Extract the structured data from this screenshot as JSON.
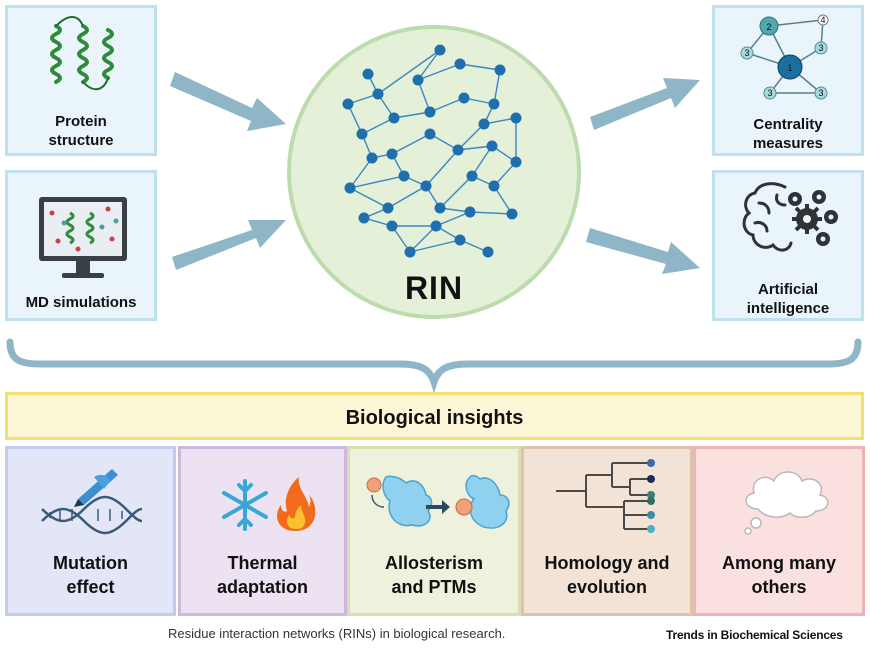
{
  "inputs": {
    "protein": "Protein\nstructure",
    "md": "MD simulations"
  },
  "center": {
    "label": "RIN"
  },
  "outputs": {
    "centrality": "Centrality\nmeasures",
    "ai": "Artificial\nintelligence",
    "node_numbers": [
      "2",
      "4",
      "3",
      "1",
      "3",
      "3",
      "3"
    ]
  },
  "insights": {
    "title": "Biological insights",
    "items": [
      {
        "label": "Mutation\neffect",
        "bg": "#e3e6f7",
        "border": "#c3cbed"
      },
      {
        "label": "Thermal\nadaptation",
        "bg": "#ece2f2",
        "border": "#cfb7dd"
      },
      {
        "label": "Allosterism\nand PTMs",
        "bg": "#eef2dc",
        "border": "#d7e0b4"
      },
      {
        "label": "Homology and\nevolution",
        "bg": "#f3e3d6",
        "border": "#dfc2ab"
      },
      {
        "label": "Among many\nothers",
        "bg": "#fbe0e0",
        "border": "#eeb3b3"
      }
    ]
  },
  "caption": "Residue interaction networks (RINs) in biological research.",
  "journal": "Trends in Biochemical Sciences",
  "colors": {
    "arrow": "#8eb6c7",
    "node": "#1f6fae",
    "edge": "#3a87c2",
    "circle_fill": "#e4f0d8",
    "circle_border": "#bcdcae",
    "banner_bg": "#fbf7d6",
    "banner_border": "#f2e06a"
  }
}
